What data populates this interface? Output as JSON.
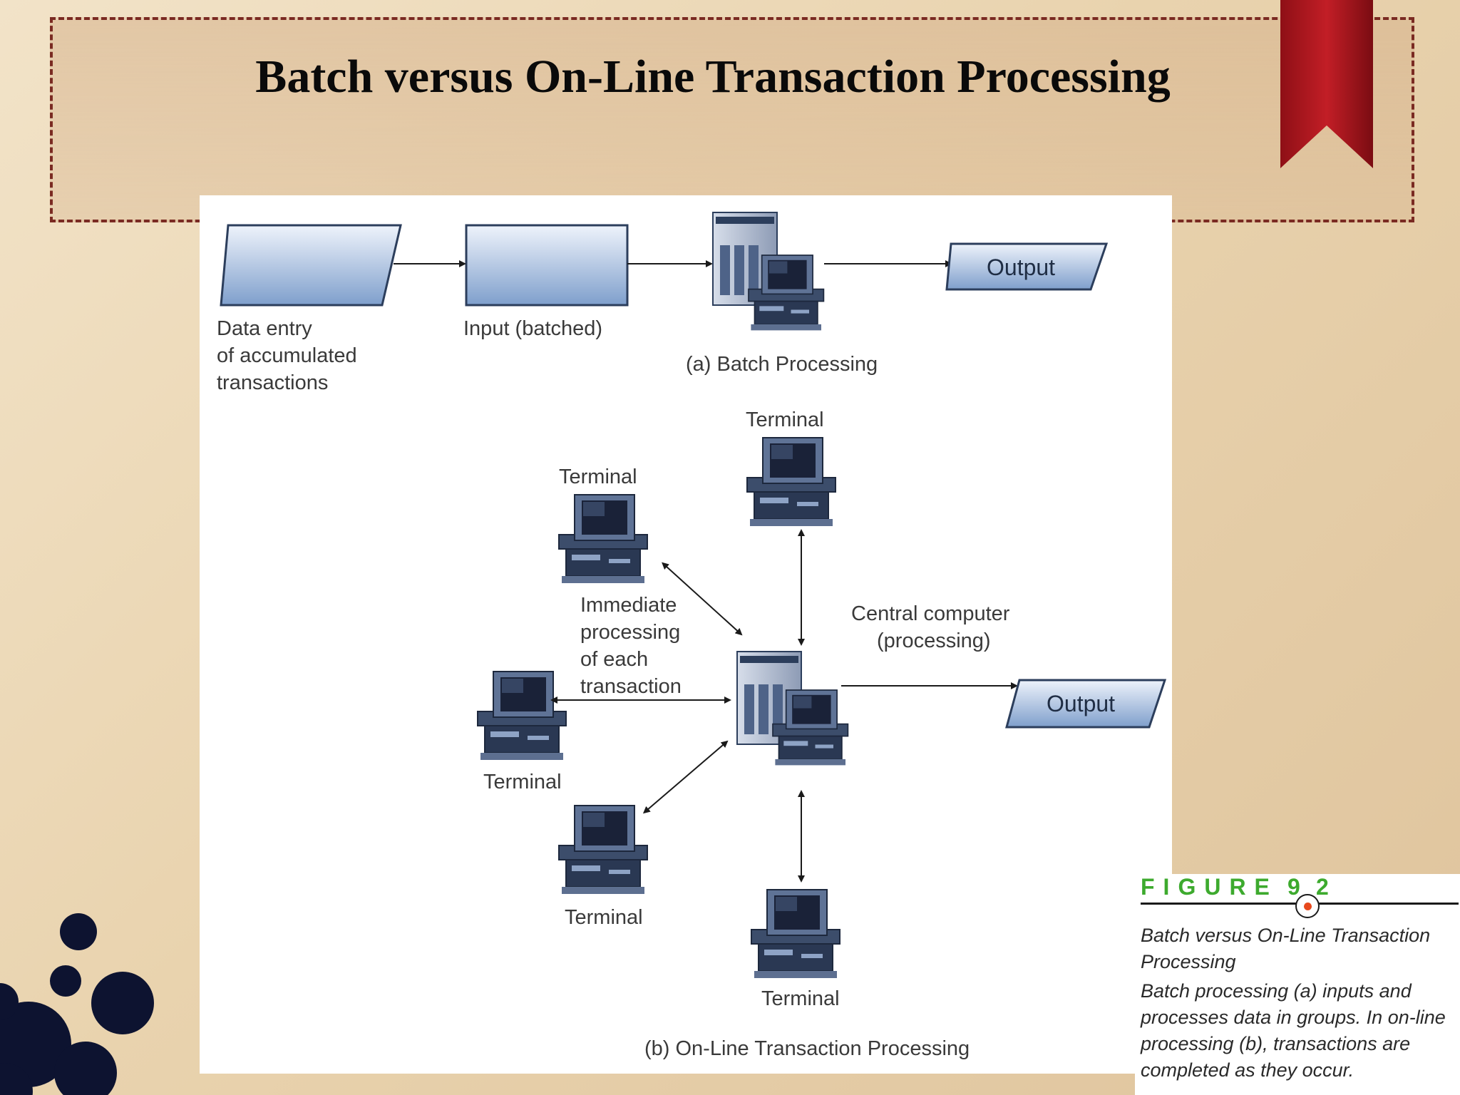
{
  "slide": {
    "title": "Batch versus On-Line Transaction Processing"
  },
  "batch": {
    "data_entry_label": [
      "Data entry",
      "of accumulated",
      "transactions"
    ],
    "input_label": "Input (batched)",
    "output_label": "Output",
    "section_label": "(a) Batch Processing"
  },
  "online": {
    "terminal_label": "Terminal",
    "immediate_label": [
      "Immediate",
      "processing",
      "of each",
      "transaction"
    ],
    "central_label": [
      "Central computer",
      "(processing)"
    ],
    "output_label": "Output",
    "section_label": "(b) On-Line Transaction Processing"
  },
  "figure": {
    "heading": "FIGURE",
    "number_left": "9",
    "number_right": "2",
    "caption_title": "Batch versus On-Line Transaction Processing",
    "caption_body": "Batch processing (a) inputs and processes data in groups. In on-line processing (b), transactions are completed as they occur."
  },
  "colors": {
    "shape_fill_top": "#eef3fb",
    "shape_fill_bottom": "#7f9fcc",
    "shape_stroke": "#2c3e5c",
    "ribbon": "#a8151d",
    "border": "#7a2a22",
    "figure_green": "#3daa2e",
    "figure_dot": "#e8491d"
  }
}
